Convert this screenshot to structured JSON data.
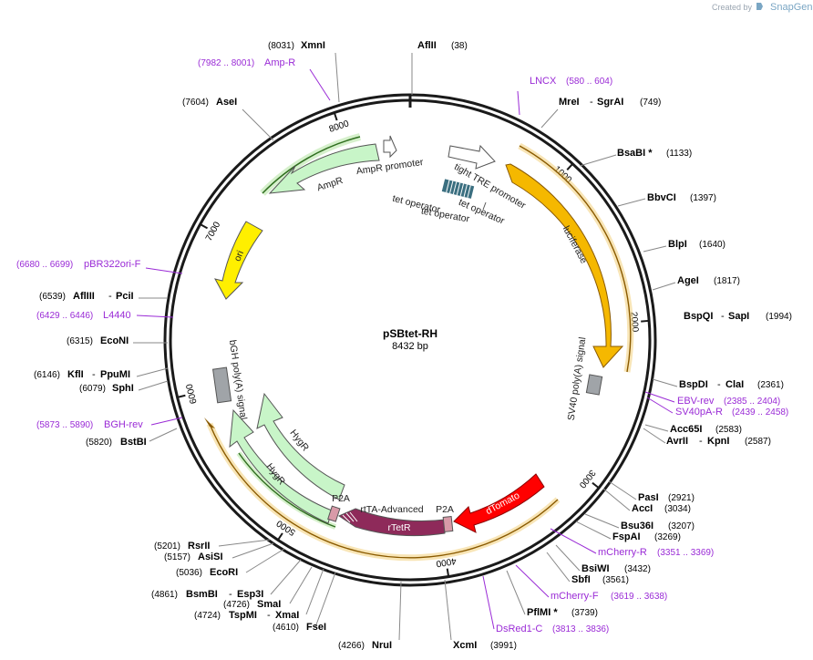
{
  "header": {
    "created_by": "Created by",
    "brand": "SnapGene"
  },
  "plasmid": {
    "name": "pSBtet-RH",
    "length_label": "8432 bp"
  },
  "ticks": [
    "1000",
    "2000",
    "3000",
    "4000",
    "5000",
    "6000",
    "7000",
    "8000"
  ],
  "features": {
    "tight_tre": "tight TRE promoter",
    "tet_op1": "tet operator",
    "tet_op2": "tet operator",
    "tet_op3": "tet operator",
    "luciferase": "luciferase",
    "sv40": "SV40 poly(A) signal",
    "dtomato": "dTomato",
    "p2a_right": "P2A",
    "rtta": "rtTA-Advanced",
    "rtetr": "rTetR",
    "p2a_left": "P2A",
    "hygr_outer": "HygR",
    "hygr_inner": "HygR",
    "bgh": "bGH poly(A) signal",
    "ori": "ori",
    "ampr": "AmpR",
    "ampr_promoter": "AmpR promoter"
  },
  "enzymes": {
    "xmni": {
      "pos": "(8031)",
      "name": "XmnI"
    },
    "aflii": {
      "name": "AflII",
      "pos": "(38)"
    },
    "asei": {
      "pos": "(7604)",
      "name": "AseI"
    },
    "mrei": {
      "name": "MreI",
      "sep": "-",
      "name2": "SgrAI",
      "pos": "(749)"
    },
    "bsabi": {
      "name": "BsaBI *",
      "pos": "(1133)"
    },
    "bbvci": {
      "name": "BbvCI",
      "pos": "(1397)"
    },
    "blpi": {
      "name": "BlpI",
      "pos": "(1640)"
    },
    "agei": {
      "name": "AgeI",
      "pos": "(1817)"
    },
    "bspqi": {
      "name": "BspQI",
      "sep": "-",
      "name2": "SapI",
      "pos": "(1994)"
    },
    "bspdi": {
      "name": "BspDI",
      "sep": "-",
      "name2": "ClaI",
      "pos": "(2361)"
    },
    "acc65i": {
      "name": "Acc65I",
      "pos": "(2583)"
    },
    "avrii": {
      "name": "AvrII",
      "sep": "-",
      "name2": "KpnI",
      "pos": "(2587)"
    },
    "pasi": {
      "name": "PasI",
      "pos": "(2921)"
    },
    "acci": {
      "name": "AccI",
      "pos": "(3034)"
    },
    "bsu36i": {
      "name": "Bsu36I",
      "pos": "(3207)"
    },
    "fspai": {
      "name": "FspAI",
      "pos": "(3269)"
    },
    "bsiwi": {
      "name": "BsiWI",
      "pos": "(3432)"
    },
    "sbfi": {
      "name": "SbfI",
      "pos": "(3561)"
    },
    "pflmi": {
      "name": "PflMI *",
      "pos": "(3739)"
    },
    "xcmi": {
      "name": "XcmI",
      "pos": "(3991)"
    },
    "nrui": {
      "pos": "(4266)",
      "name": "NruI"
    },
    "fsei": {
      "pos": "(4610)",
      "name": "FseI"
    },
    "tspmi": {
      "pos": "(4724)",
      "name": "TspMI",
      "sep": "-",
      "name2": "XmaI"
    },
    "smai": {
      "pos": "(4726)",
      "name": "SmaI"
    },
    "bsmbi": {
      "pos": "(4861)",
      "name": "BsmBI",
      "sep": "-",
      "name2": "Esp3I"
    },
    "ecori": {
      "pos": "(5036)",
      "name": "EcoRI"
    },
    "asisi": {
      "pos": "(5157)",
      "name": "AsiSI"
    },
    "rsrii": {
      "pos": "(5201)",
      "name": "RsrII"
    },
    "bstbi": {
      "pos": "(5820)",
      "name": "BstBI"
    },
    "sphi": {
      "pos": "(6079)",
      "name": "SphI"
    },
    "kfli": {
      "pos": "(6146)",
      "name": "KflI",
      "sep": "-",
      "name2": "PpuMI"
    },
    "econi": {
      "pos": "(6315)",
      "name": "EcoNI"
    },
    "afliii": {
      "pos": "(6539)",
      "name": "AflIII",
      "sep": "-",
      "name2": "PciI"
    }
  },
  "primers": {
    "ampr": {
      "pos": "(7982 .. 8001)",
      "name": "Amp-R"
    },
    "lncx": {
      "name": "LNCX",
      "pos": "(580 .. 604)"
    },
    "pbr322": {
      "pos": "(6680 .. 6699)",
      "name": "pBR322ori-F"
    },
    "l4440": {
      "pos": "(6429 .. 6446)",
      "name": "L4440"
    },
    "bghrev": {
      "pos": "(5873 .. 5890)",
      "name": "BGH-rev"
    },
    "ebvrev": {
      "name": "EBV-rev",
      "pos": "(2385 .. 2404)"
    },
    "sv40par": {
      "name": "SV40pA-R",
      "pos": "(2439 .. 2458)"
    },
    "mcherryr": {
      "name": "mCherry-R",
      "pos": "(3351 .. 3369)"
    },
    "mcherryf": {
      "name": "mCherry-F",
      "pos": "(3619 .. 3638)"
    },
    "dsred1c": {
      "name": "DsRed1-C",
      "pos": "(3813 .. 3836)"
    }
  },
  "colors": {
    "backbone": "#1a1a1a",
    "enzyme_line": "#888888",
    "primer": "#9a2bd6",
    "luciferase": "#f5b800",
    "ori": "#ffef00",
    "ampr": "#c8f5c8",
    "hygr": "#c8f5c8",
    "dtomato": "#ff0000",
    "rtetr": "#8e2a5a",
    "p2a": "#d89aa8",
    "tre": "#ffffff",
    "tet_operator": "#3b6f80",
    "polya": "#a0a4a8"
  }
}
